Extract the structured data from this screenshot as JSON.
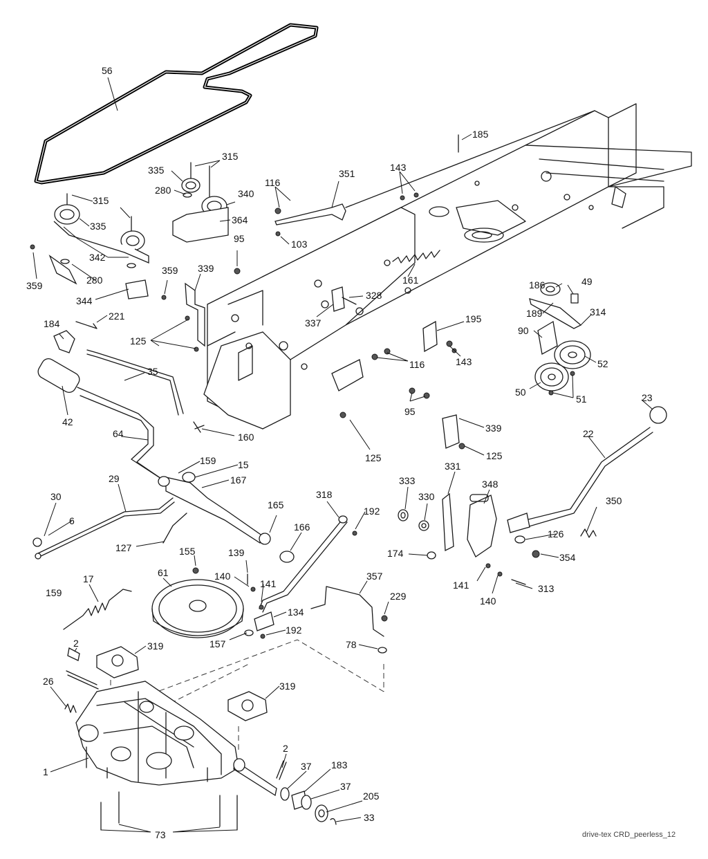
{
  "footer": {
    "source_tag": "drive-tex CRD_peerless_12"
  },
  "callouts": {
    "c56": "56",
    "c315a": "315",
    "c315b": "315",
    "c335a": "335",
    "c335b": "335",
    "c280a": "280",
    "c280b": "280",
    "c340": "340",
    "c364": "364",
    "c342": "342",
    "c359a": "359",
    "c359b": "359",
    "c344": "344",
    "c339a": "339",
    "c339b": "339",
    "c116a": "116",
    "c116b": "116",
    "c351": "351",
    "c103": "103",
    "c95a": "95",
    "c95b": "95",
    "c143a": "143",
    "c143b": "143",
    "c185": "185",
    "c161": "161",
    "c328": "328",
    "c337": "337",
    "c195": "195",
    "c186": "186",
    "c49": "49",
    "c189": "189",
    "c314": "314",
    "c90": "90",
    "c52": "52",
    "c50": "50",
    "c51": "51",
    "c23": "23",
    "c22": "22",
    "c125a": "125",
    "c125b": "125",
    "c125c": "125",
    "c221": "221",
    "c184": "184",
    "c35": "35",
    "c42": "42",
    "c160": "160",
    "c64": "64",
    "c159a": "159",
    "c159b": "159",
    "c15": "15",
    "c167": "167",
    "c29": "29",
    "c30": "30",
    "c6": "6",
    "c127": "127",
    "c165": "165",
    "c166": "166",
    "c318": "318",
    "c192a": "192",
    "c192b": "192",
    "c333": "333",
    "c330": "330",
    "c331": "331",
    "c348": "348",
    "c350": "350",
    "c126": "126",
    "c354": "354",
    "c174": "174",
    "c141a": "141",
    "c141b": "141",
    "c140a": "140",
    "c140b": "140",
    "c313": "313",
    "c155": "155",
    "c139": "139",
    "c61": "61",
    "c17": "17",
    "c134": "134",
    "c157": "157",
    "c357": "357",
    "c229": "229",
    "c78": "78",
    "c2a": "2",
    "c2b": "2",
    "c319a": "319",
    "c319b": "319",
    "c26": "26",
    "c1": "1",
    "c37a": "37",
    "c37b": "37",
    "c183": "183",
    "c205": "205",
    "c33": "33",
    "c73": "73"
  }
}
